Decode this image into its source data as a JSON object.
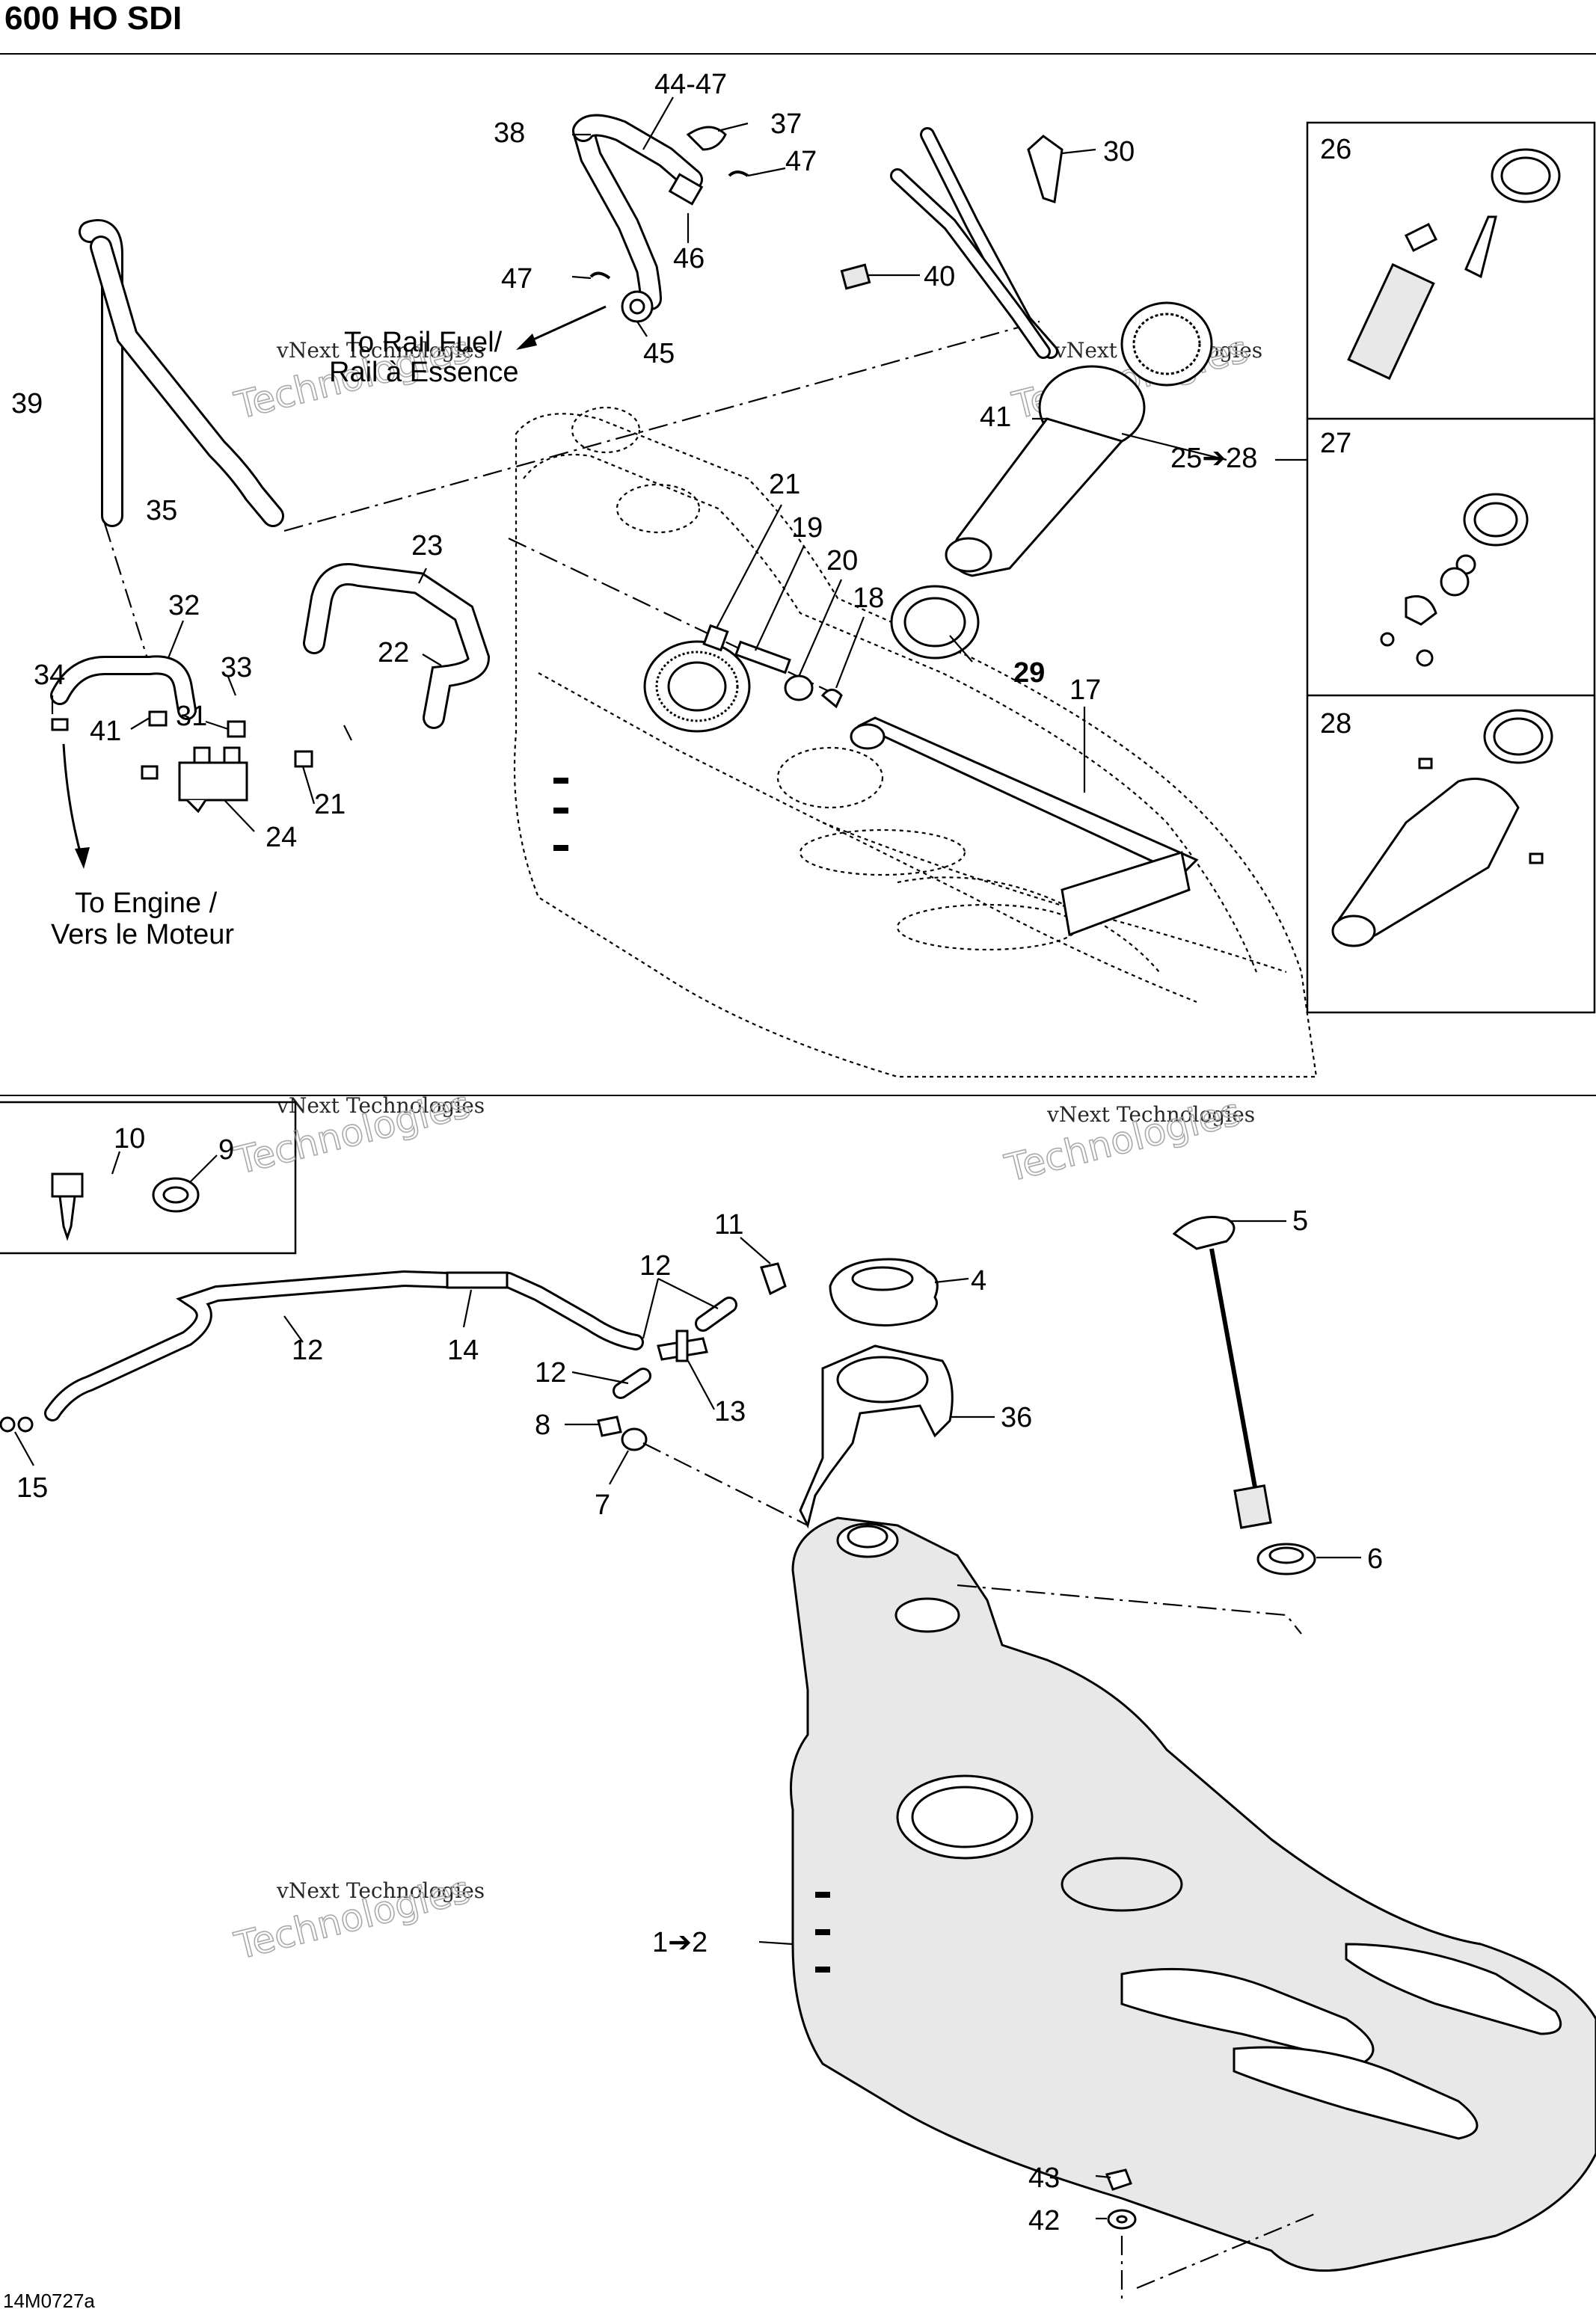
{
  "header": {
    "title": "600 HO SDI"
  },
  "footer": {
    "figure_code": "14M0727a"
  },
  "watermark": {
    "line1": "vNext Technologies",
    "line2": "Technologies"
  },
  "notes": {
    "to_rail_1": "To Rail Fuel/",
    "to_rail_2": "Rail à Essence",
    "to_engine_1": "To Engine /",
    "to_engine_2": "Vers le Moteur"
  },
  "labels": {
    "l44_47": "44-47",
    "l37": "37",
    "l38": "38",
    "l47a": "47",
    "l46": "46",
    "l47b": "47",
    "l45": "45",
    "l30": "30",
    "l40": "40",
    "l39": "39",
    "l35": "35",
    "l41a": "41",
    "l25_28": "25➔28",
    "l26": "26",
    "l27": "27",
    "l28": "28",
    "l21a": "21",
    "l19": "19",
    "l20": "20",
    "l18": "18",
    "l23": "23",
    "l22": "22",
    "l29": "29",
    "l17": "17",
    "l32": "32",
    "l34": "34",
    "l33": "33",
    "l41b": "41",
    "l31": "31",
    "l21b": "21",
    "l24": "24",
    "l10": "10",
    "l9": "9",
    "l11": "11",
    "l12a": "12",
    "l12b": "12",
    "l12c": "12",
    "l14": "14",
    "l13": "13",
    "l8": "8",
    "l7": "7",
    "l15": "15",
    "l4": "4",
    "l36": "36",
    "l5": "5",
    "l6": "6",
    "l1_2": "1➔2",
    "l43": "43",
    "l42": "42"
  }
}
